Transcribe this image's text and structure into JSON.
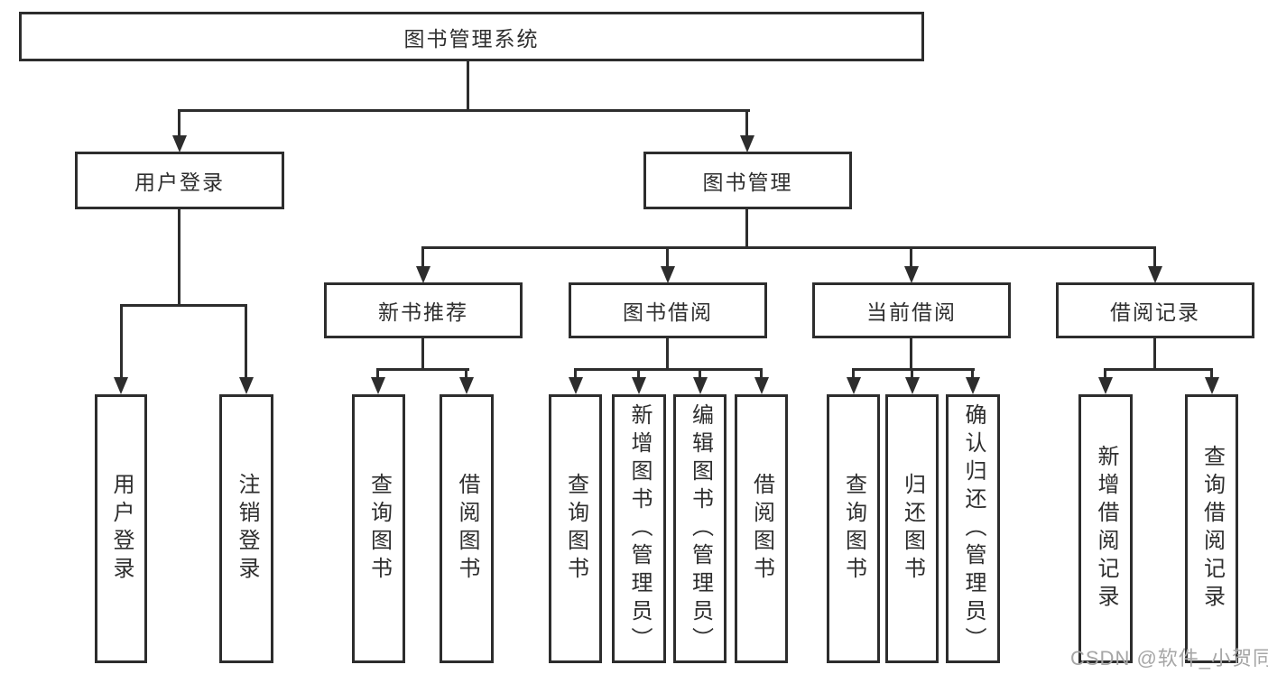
{
  "diagram": {
    "root": {
      "label": "图书管理系统"
    },
    "level1": [
      {
        "label": "用户登录"
      },
      {
        "label": "图书管理"
      }
    ],
    "level2": [
      {
        "label": "新书推荐"
      },
      {
        "label": "图书借阅"
      },
      {
        "label": "当前借阅"
      },
      {
        "label": "借阅记录"
      }
    ],
    "leaves": {
      "user_login": [
        {
          "label": "用户登录"
        },
        {
          "label": "注销登录"
        }
      ],
      "new_book": [
        {
          "label": "查询图书"
        },
        {
          "label": "借阅图书"
        }
      ],
      "book_borrow": [
        {
          "label": "查询图书"
        },
        {
          "label": "新增图书（管理员）"
        },
        {
          "label": "编辑图书（管理员）"
        },
        {
          "label": "借阅图书"
        }
      ],
      "current_borrow": [
        {
          "label": "查询图书"
        },
        {
          "label": "归还图书"
        },
        {
          "label": "确认归还（管理员）"
        }
      ],
      "borrow_records": [
        {
          "label": "新增借阅记录"
        },
        {
          "label": "查询借阅记录"
        }
      ]
    }
  },
  "watermark": {
    "text": "CSDN @软件_小贺同学",
    "color": "#a6a6a6"
  },
  "colors": {
    "line": "#2d2d2d",
    "text": "#2e2e2e",
    "background": "#ffffff"
  }
}
